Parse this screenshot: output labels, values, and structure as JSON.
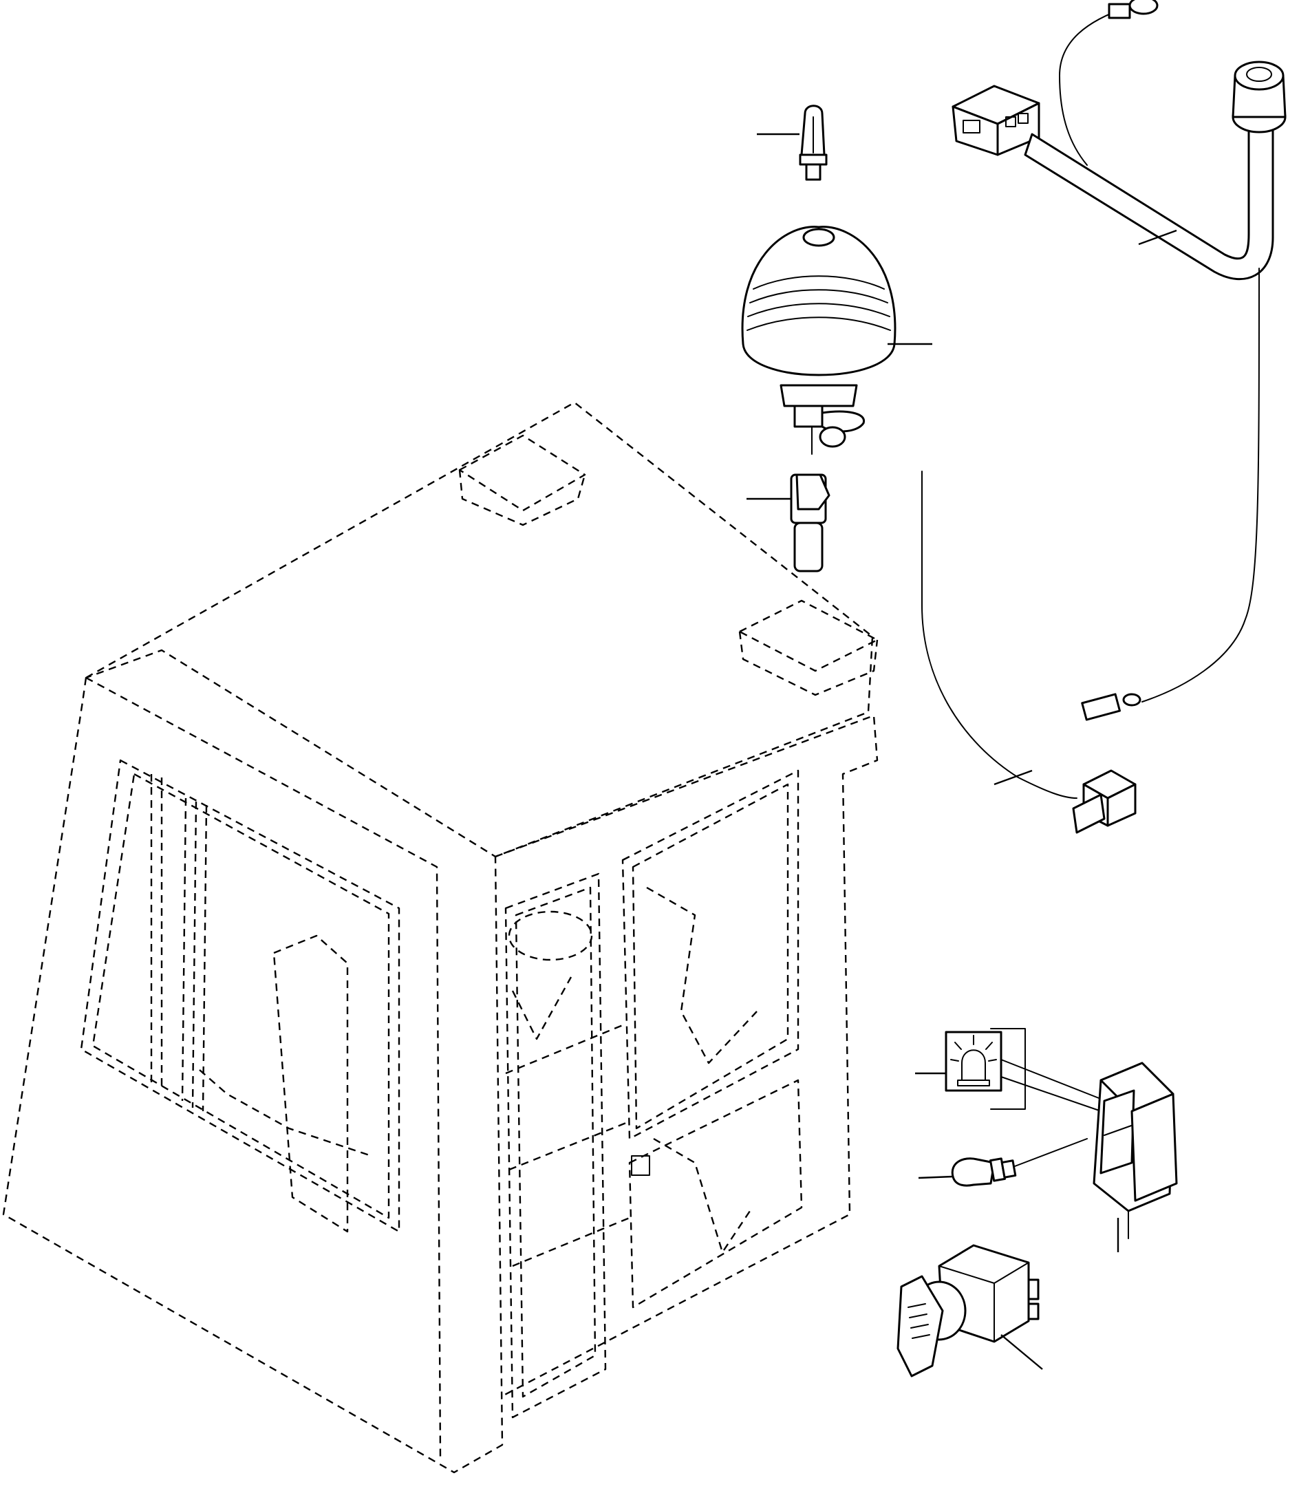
{
  "diagram": {
    "line_color": "#000000",
    "background": "#ffffff",
    "parts": [
      {
        "id": "bulb-top",
        "icon": "bulb-icon"
      },
      {
        "id": "beacon-lamp",
        "icon": "beacon-icon"
      },
      {
        "id": "mount-adapter",
        "icon": "adapter-icon"
      },
      {
        "id": "wire-harness-upper",
        "icon": "harness-icon"
      },
      {
        "id": "wire-harness-lower",
        "icon": "wire-icon"
      },
      {
        "id": "beacon-symbol-label",
        "icon": "beacon-symbol-icon"
      },
      {
        "id": "rocker-switch",
        "icon": "rocker-switch-icon"
      },
      {
        "id": "switch-bulb",
        "icon": "bulb-icon"
      },
      {
        "id": "key-switch",
        "icon": "key-switch-icon"
      },
      {
        "id": "cab",
        "icon": "cab-outline-icon"
      }
    ]
  }
}
